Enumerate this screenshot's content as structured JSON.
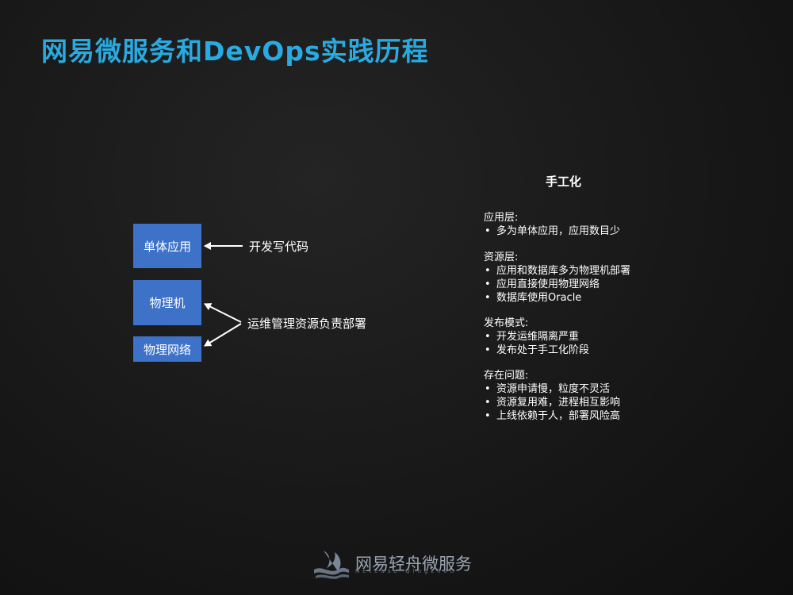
{
  "title": "网易微服务和DevOps实践历程",
  "diagram": {
    "boxes": [
      "单体应用",
      "物理机",
      "物理网络"
    ],
    "label_code": "开发写代码",
    "label_ops": "运维管理资源负责部署"
  },
  "panel": {
    "heading": "手工化",
    "sections": [
      {
        "title": "应用层:",
        "items": [
          "多为单体应用，应用数目少"
        ]
      },
      {
        "title": "资源层:",
        "items": [
          "应用和数据库多为物理机部署",
          "应用直接使用物理网络",
          "数据库使用Oracle"
        ]
      },
      {
        "title": "发布模式:",
        "items": [
          "开发运维隔离严重",
          "发布处于手工化阶段"
        ]
      },
      {
        "title": "存在问题:",
        "items": [
          "资源申请慢，粒度不灵活",
          "资源复用难，进程相互影响",
          "上线依赖于人，部署风险高"
        ]
      }
    ]
  },
  "logo": {
    "text": "网易轻舟微服务",
    "subtext": "Netease Qingzhou"
  }
}
